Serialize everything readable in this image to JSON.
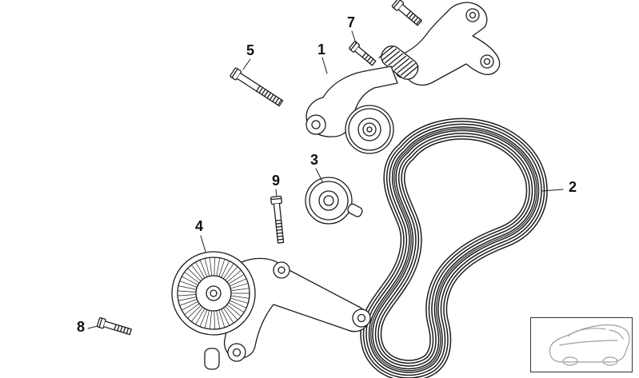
{
  "page": {
    "background_color": "#ffffff",
    "line_color": "#1c1c1c",
    "thumbnail_line_color": "#9aa0a5"
  },
  "diagram": {
    "part_labels": [
      {
        "text": "1"
      },
      {
        "text": "2"
      },
      {
        "text": "3"
      },
      {
        "text": "4"
      },
      {
        "text": "5"
      },
      {
        "text": "7"
      },
      {
        "text": "8"
      },
      {
        "text": "9"
      }
    ]
  }
}
